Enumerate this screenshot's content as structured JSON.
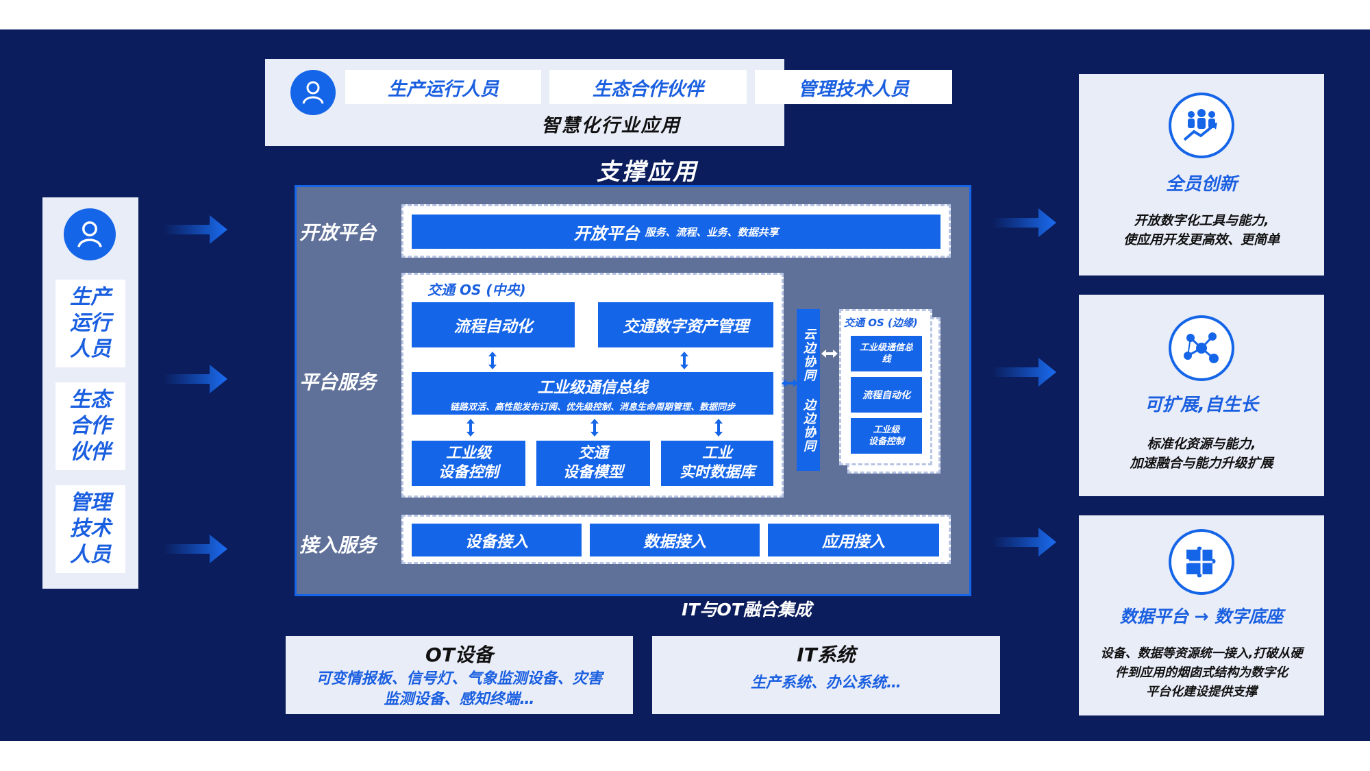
{
  "top_apps": {
    "roles": [
      "生产运行人员",
      "生态合作伙伴",
      "管理技术人员"
    ],
    "caption": "智慧化行业应用"
  },
  "support_title": "支撑应用",
  "left_panel": {
    "roles": [
      "生产\n运行\n人员",
      "生态\n合作\n伙伴",
      "管理\n技术\n人员"
    ]
  },
  "platform": {
    "row_labels": [
      "开放平台",
      "平台服务",
      "接入服务"
    ],
    "open_bar": {
      "title": "开放平台",
      "sub": "服务、流程、业务、数据共享"
    },
    "central": {
      "title": "交通 OS (中央)",
      "top_boxes": [
        "流程自动化",
        "交通数字资产管理"
      ],
      "bus": {
        "title": "工业级通信总线",
        "sub": "链路双活、高性能发布订阅、优先级控制、消息生命周期管理、数据同步"
      },
      "bottom_boxes": [
        "工业级\n设备控制",
        "交通\n设备模型",
        "工业\n实时数据库"
      ]
    },
    "collab": "云边协同 边边协同",
    "edge": {
      "title": "交通 OS (边缘)",
      "boxes": [
        "工业级通信总\n线",
        "流程自动化",
        "工业级\n设备控制"
      ]
    },
    "access_boxes": [
      "设备接入",
      "数据接入",
      "应用接入"
    ]
  },
  "integration_label": "IT与OT融合集成",
  "bottom": {
    "ot": {
      "title": "OT设备",
      "desc": "可变情报板、信号灯、气象监测设备、灾害监测设备、感知终端…"
    },
    "it": {
      "title": "IT系统",
      "desc": "生产系统、办公系统…"
    }
  },
  "right_cards": [
    {
      "icon": "team-growth-icon",
      "title": "全员创新",
      "desc": "开放数字化工具与能力,\n使应用开发更高效、更简单"
    },
    {
      "icon": "network-nodes-icon",
      "title": "可扩展,自生长",
      "desc": "标准化资源与能力,\n加速融合与能力升级扩展"
    },
    {
      "icon": "puzzle-icon",
      "title": "数据平台 → 数字底座",
      "desc": "设备、数据等资源统一接入,打破从硬\n件到应用的烟囱式结构为数字化\n平台化建设提供支撑"
    }
  ],
  "colors": {
    "background": "#0b1d5c",
    "accent_blue": "#1565e8",
    "panel_light": "#e9edf8",
    "platform_grey": "#5f7099"
  }
}
